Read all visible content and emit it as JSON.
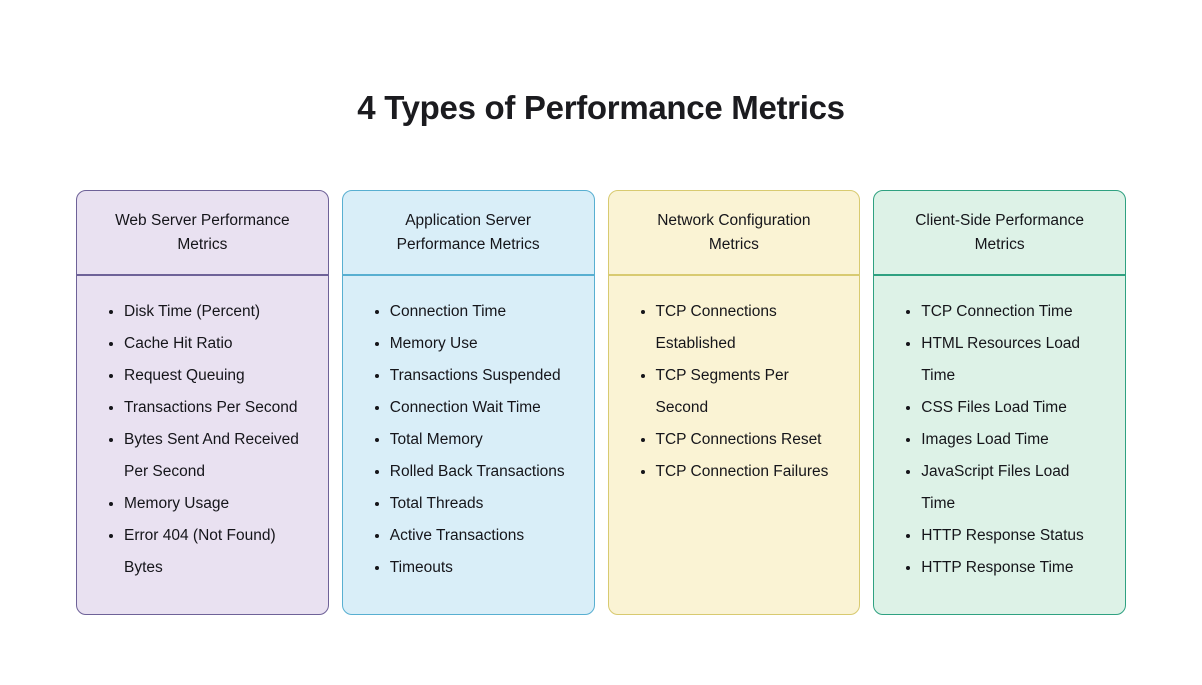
{
  "page": {
    "title": "4 Types of Performance Metrics",
    "background_color": "#ffffff",
    "text_color": "#15151a"
  },
  "cards": [
    {
      "title": "Web Server Performance Metrics",
      "bg": "#E9E1F1",
      "border": "#6E6298",
      "items": [
        "Disk Time (Percent)",
        "Cache Hit Ratio",
        "Request Queuing",
        "Transactions Per Second",
        "Bytes Sent And Received\nPer Second",
        "Memory Usage",
        "Error 404 (Not Found)\nBytes"
      ]
    },
    {
      "title": "Application Server Performance Metrics",
      "bg": "#D9EEF8",
      "border": "#58AFD1",
      "items": [
        "Connection Time",
        "Memory Use",
        "Transactions Suspended",
        "Connection Wait Time",
        "Total Memory",
        "Rolled Back Transactions",
        "Total Threads",
        "Active Transactions",
        "Timeouts"
      ]
    },
    {
      "title": "Network Configuration Metrics",
      "bg": "#FAF3D4",
      "border": "#D8CA70",
      "items": [
        "TCP Connections\nEstablished",
        "TCP Segments Per\nSecond",
        "TCP Connections Reset",
        "TCP Connection Failures"
      ]
    },
    {
      "title": "Client-Side Performance Metrics",
      "bg": "#DDF2E7",
      "border": "#2FA181",
      "items": [
        "TCP Connection Time",
        "HTML Resources Load\nTime",
        "CSS Files Load Time",
        "Images Load Time",
        "JavaScript Files Load\nTime",
        "HTTP Response Status",
        "HTTP Response Time"
      ]
    }
  ]
}
